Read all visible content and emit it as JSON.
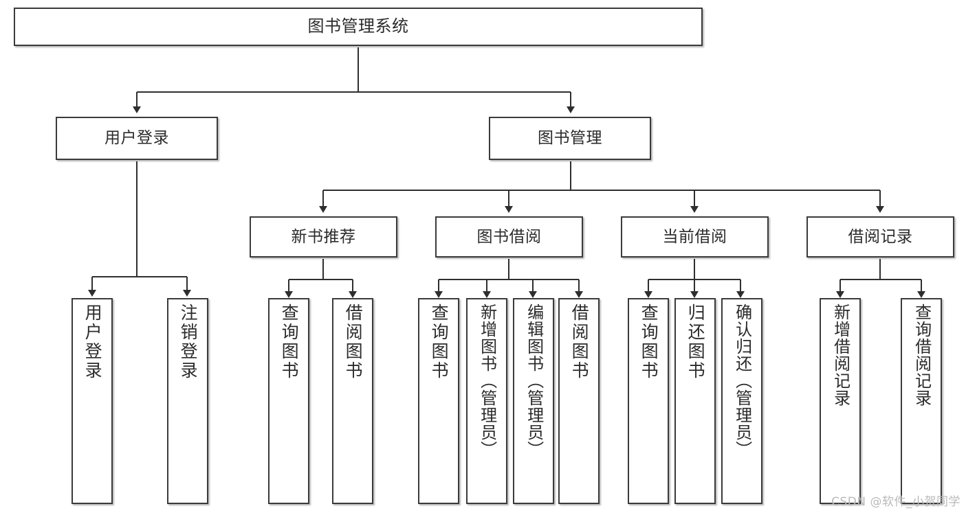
{
  "diagram": {
    "type": "tree",
    "title": "图书管理系统",
    "orientation": "top-down",
    "edge_color": "#3a3a3a",
    "node_border_color": "#3a3a3a",
    "node_fill_color": "#ffffff",
    "text_color": "#2b2b2b"
  },
  "nodes": {
    "root": {
      "label": "图书管理系统"
    },
    "level2": [
      {
        "label": "用户登录"
      },
      {
        "label": "图书管理"
      }
    ],
    "level3": [
      {
        "label": "新书推荐"
      },
      {
        "label": "图书借阅"
      },
      {
        "label": "当前借阅"
      },
      {
        "label": "借阅记录"
      }
    ],
    "leaves": {
      "user_login": [
        {
          "label": "用户登录"
        },
        {
          "label": "注销登录"
        }
      ],
      "new_book": [
        {
          "label": "查询图书"
        },
        {
          "label": "借阅图书"
        }
      ],
      "book_borrow": [
        {
          "label": "查询图书"
        },
        {
          "label": "新增图书（管理员）"
        },
        {
          "label": "编辑图书（管理员）"
        },
        {
          "label": "借阅图书"
        }
      ],
      "current_borrow": [
        {
          "label": "查询图书"
        },
        {
          "label": "归还图书"
        },
        {
          "label": "确认归还（管理员）"
        }
      ],
      "borrow_record": [
        {
          "label": "新增借阅记录"
        },
        {
          "label": "查询借阅记录"
        }
      ]
    }
  },
  "watermark": {
    "text": "CSDN @软件_小贺同学"
  }
}
